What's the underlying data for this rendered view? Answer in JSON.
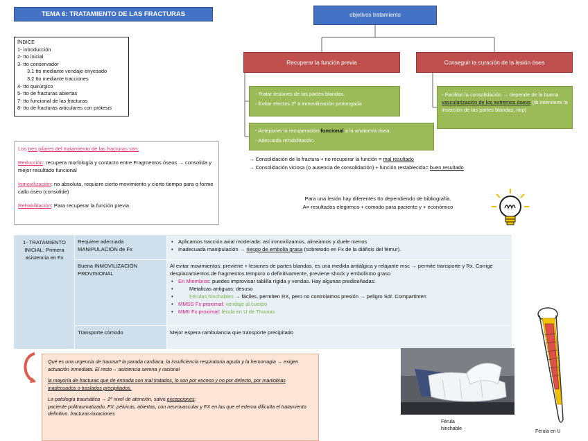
{
  "title": "TEMA 6: TRATAMIENTO DE LAS FRACTURAS",
  "index": {
    "heading": "ÍNDICE",
    "items": [
      "1- introducción",
      "2- tto inicial",
      "3- tto conservador",
      "3.1 tto mediante vendaje enyesado",
      "3.2 tto mediante tracciones",
      "4- tto quirúrgico",
      "5- tto de fracturas abiertas",
      "7- tto funcional de las fracturas",
      "8- tto de fracturas articulares con prótesis"
    ]
  },
  "objectives": {
    "top": "objetivos tratamiento",
    "left": "Recuperar la función previa",
    "right": "Conseguir la curación de la lesión ósea",
    "g1": [
      "- Tratar lesiones de las partes blandas.",
      "- Evitar efectos 2º a inmovilización prolongada"
    ],
    "g2a_pre": "- Anteponer la recuperación ",
    "g2a_b": "funcional",
    "g2a_post": " a la anatomía ósea.",
    "g2b": "- Adecuada rehabilitación.",
    "g3_pre": "- Facilitar la consolidación → depende de la buena ",
    "g3_u": "vascularización de los extremos óseos",
    "g3_post": " (tb interviene la inserción de las partes blandas, imp)"
  },
  "consolidation": {
    "l1": "→ Consolidación de la fractura + no recuperar la función = ",
    "l1u": "mal resultado",
    "l2": "→ Consolidación viciosa (o ausencia de consolidación) + función restablecida= ",
    "l2u": "buen resultado"
  },
  "pillars": {
    "intro_a": "Los ",
    "intro_u": "tres pilares del tratamiento de las fracturas son:",
    "r_label": "Reducción",
    "r_text": ": recupera morfología y contacto entre Fragmentos óseos → consolida y mejor resultado funcional",
    "i_label": "Inmovilización",
    "i_text": ": no absoluta, requiere cierto movimiento y cierto tiempo para q forme callo óseo (consolide)",
    "h_label": "Rehabilitación",
    "h_text": ": Para recuperar la función previa."
  },
  "biblio": {
    "l1": "Para una lesión hay diferentes tto dependiendo de bibliografía.",
    "l2": "A= resultados elegirmos + comodo para paciente y + económico"
  },
  "table": {
    "left": "1- TRATAMIENTO INICIAL: Primera asistencia en Fx",
    "r1_label": "Requiere adecuada MANIPULACIÓN de Fx",
    "r1_b1": "Aplicamos tracción axial moderada: así inmovilizamos, alineamos y duele menos",
    "r1_b2_a": "Inadecuada manipulación → ",
    "r1_b2_u": "riesgo de embolia grasa",
    "r1_b2_b": " (sobretodo en Fx de la diáfisis del fémur).",
    "r2_label": "Buena INMOVILIZACIÓN PROVISIONAL",
    "r2_text": "Al evitar movimientos: previene + lesiones de partes blandas. es una medida antiálgica y relajante msc → permite transporte y Rx. Corrige desplazamientos de fragmentos temporo o definitivamente, previene shock y embolismo graso",
    "r2_m_label": "En Miembros",
    "r2_m_text": ": puedes improvisar tablilla rígida y vendas. Hay algunas prediseñadas:",
    "r2_met": "Metalicas antiguas: desuso",
    "r2_fer_label": "Férulas hinchables",
    "r2_fer_text": " → fáciles, permiten RX, pero no controlamos presión → peligro Sdr. Compartimen",
    "r2_mmss_label": "MMSS Fx proximal: ",
    "r2_mmss_text": "vendaje al cuerpo",
    "r2_mmii_label": "MMII Fx proximal: ",
    "r2_mmii_text": "férula en U de Thomas",
    "r3_label": "Transporte cómodo",
    "r3_text": "Mejor espera rambulancia que transporte precipitado"
  },
  "note": {
    "p1": "Qué es una urgencia  de trauma? la parada cardíaca, la insuficiencia respiratoria aguda y la hemorragia → exigen actuación inmediata. El resto→ asistencia serena y racional",
    "p2_a": "la mayoría de fracturas que de entrada son mal tratados, lo son por exceso y no por defecto, por maniobras inadecuados o traslados precipitados.",
    "p3_a": "La patología traumática → 2º nivel de atención, salvo ",
    "p3_u": "excepciones",
    "p3_b": ":",
    "p4": "paciente politraumatizado,  FX: pélvicas, abiertas, con neurovascular y FX en las que el edema dificulta el tratamiento definitivo. fracturas-luxaciones"
  },
  "captions": {
    "photo_1": "Férula",
    "photo_2": "hinchable",
    "splint": "Férula en U"
  }
}
